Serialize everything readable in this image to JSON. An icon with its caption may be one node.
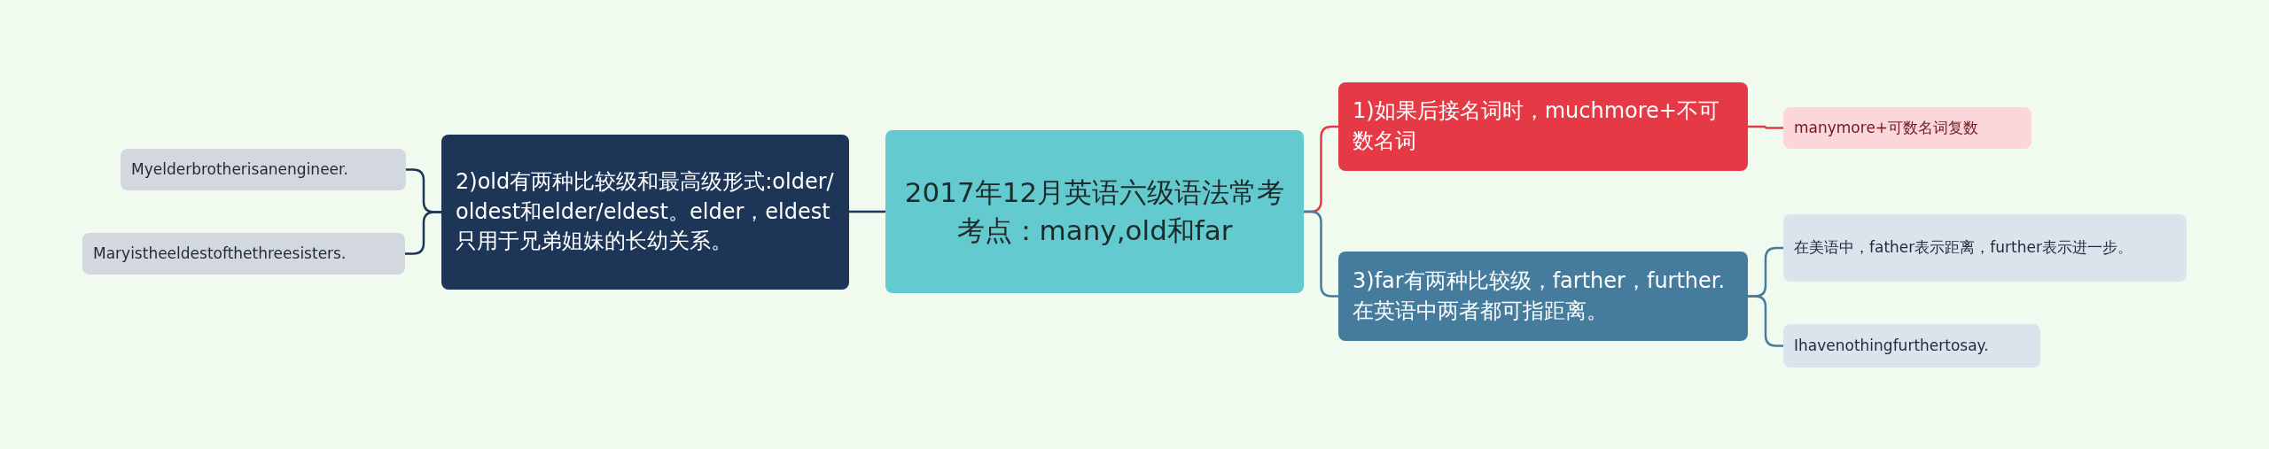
{
  "diagram": {
    "nodes": [
      {
        "text": [
          "2017年12月英语六级语法常考考点：many,old和far"
        ]
      },
      {
        "text": [
          "1)如果后接名词时，muchmore+不可数名词"
        ]
      },
      {
        "text": [
          "manymore+可数名词复数"
        ]
      },
      {
        "text": [
          "3)far有两种比较级，farther，further.在英语中两者都可指距离。"
        ]
      },
      {
        "text": [
          "在美语中，father表示距离，further表示进一步。"
        ]
      },
      {
        "text": [
          "Ihavenothingfurthertosay."
        ]
      },
      {
        "text": [
          "2)old有两种比较级和最高级形式:older/oldest和elder/eldest。elder，eldest只用于兄弟姐妹的长幼关系。"
        ]
      },
      {
        "text": [
          "Myelderbrotherisanengineer."
        ]
      },
      {
        "text": [
          "Maryistheeldestofthethreesisters."
        ]
      }
    ],
    "edges": [
      {
        "from": 0,
        "to": 1,
        "arrow": "none",
        "color": "#e63946"
      },
      {
        "from": 1,
        "to": 2,
        "arrow": "none",
        "color": "#e63946"
      },
      {
        "from": 0,
        "to": 3,
        "arrow": "none",
        "color": "#457b9d"
      },
      {
        "from": 3,
        "to": 4,
        "arrow": "none",
        "color": "#457b9d"
      },
      {
        "from": 3,
        "to": 5,
        "arrow": "none",
        "color": "#457b9d"
      },
      {
        "from": 0,
        "to": 6,
        "arrow": "none",
        "color": "#1d3557"
      },
      {
        "from": 6,
        "to": 7,
        "arrow": "none",
        "color": "#1d3557"
      },
      {
        "from": 6,
        "to": 8,
        "arrow": "none",
        "color": "#1d3557"
      }
    ]
  }
}
